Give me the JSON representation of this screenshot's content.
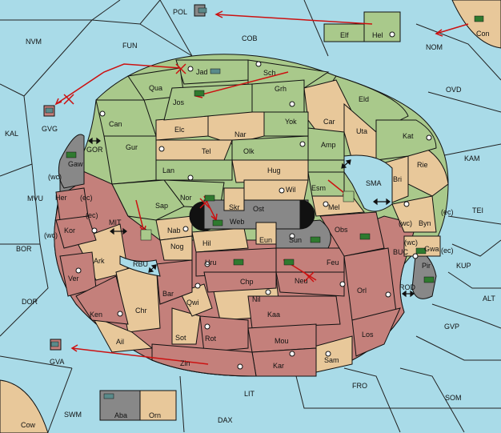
{
  "colors": {
    "sea": "#a9dbe8",
    "north_power": "#a9c98b",
    "south_power": "#c4807b",
    "neutral": "#e8c89a",
    "unowned": "#e8c89a",
    "ocean_border": "#333333",
    "center_block": "#888888",
    "move_arrow": "#cc1111"
  },
  "sea_labels": [
    {
      "id": "POL",
      "text": "POL"
    },
    {
      "id": "NVM",
      "text": "NVM"
    },
    {
      "id": "FUN",
      "text": "FUN"
    },
    {
      "id": "COB",
      "text": "COB"
    },
    {
      "id": "NOM",
      "text": "NOM"
    },
    {
      "id": "OVD",
      "text": "OVD"
    },
    {
      "id": "KAL",
      "text": "KAL"
    },
    {
      "id": "KAM",
      "text": "KAM"
    },
    {
      "id": "MVU",
      "text": "MVU"
    },
    {
      "id": "TEI",
      "text": "TEI"
    },
    {
      "id": "BOR",
      "text": "BOR"
    },
    {
      "id": "KUP",
      "text": "KUP"
    },
    {
      "id": "DOR",
      "text": "DOR"
    },
    {
      "id": "ALT",
      "text": "ALT"
    },
    {
      "id": "GVP",
      "text": "GVP"
    },
    {
      "id": "FRO",
      "text": "FRO"
    },
    {
      "id": "SOM",
      "text": "SOM"
    },
    {
      "id": "LIT",
      "text": "LIT"
    },
    {
      "id": "SWM",
      "text": "SWM"
    },
    {
      "id": "DAX",
      "text": "DAX"
    },
    {
      "id": "GOR",
      "text": "GOR"
    },
    {
      "id": "SMA",
      "text": "SMA"
    },
    {
      "id": "MIT",
      "text": "MIT"
    },
    {
      "id": "RBU",
      "text": "RBU"
    },
    {
      "id": "BUC",
      "text": "BUC"
    },
    {
      "id": "ROD",
      "text": "ROD"
    }
  ],
  "land_labels": [
    {
      "id": "Elf",
      "text": "Elf"
    },
    {
      "id": "Hel",
      "text": "Hel"
    },
    {
      "id": "Con",
      "text": "Con"
    },
    {
      "id": "GVG",
      "text": "GVG"
    },
    {
      "id": "Jad",
      "text": "Jad"
    },
    {
      "id": "Sch",
      "text": "Sch"
    },
    {
      "id": "Qua",
      "text": "Qua"
    },
    {
      "id": "Jos",
      "text": "Jos"
    },
    {
      "id": "Grh",
      "text": "Grh"
    },
    {
      "id": "Eld",
      "text": "Eld"
    },
    {
      "id": "Can",
      "text": "Can"
    },
    {
      "id": "Yok",
      "text": "Yok"
    },
    {
      "id": "Car",
      "text": "Car"
    },
    {
      "id": "Uta",
      "text": "Uta"
    },
    {
      "id": "Elc",
      "text": "Elc"
    },
    {
      "id": "Nar",
      "text": "Nar"
    },
    {
      "id": "Kat",
      "text": "Kat"
    },
    {
      "id": "Amp",
      "text": "Amp"
    },
    {
      "id": "Tel",
      "text": "Tel"
    },
    {
      "id": "Olk",
      "text": "Olk"
    },
    {
      "id": "Gur",
      "text": "Gur"
    },
    {
      "id": "Lan",
      "text": "Lan"
    },
    {
      "id": "Hug",
      "text": "Hug"
    },
    {
      "id": "Rie",
      "text": "Rie"
    },
    {
      "id": "Gaw",
      "text": "Gaw"
    },
    {
      "id": "Bri",
      "text": "Bri"
    },
    {
      "id": "Wil",
      "text": "Wil"
    },
    {
      "id": "Esm",
      "text": "Esm"
    },
    {
      "id": "Nor",
      "text": "Nor"
    },
    {
      "id": "Skr",
      "text": "Skr"
    },
    {
      "id": "Her",
      "text": "Her"
    },
    {
      "id": "Ost",
      "text": "Ost"
    },
    {
      "id": "Mel",
      "text": "Mel"
    },
    {
      "id": "Sap",
      "text": "Sap"
    },
    {
      "id": "Web",
      "text": "Web"
    },
    {
      "id": "Byn",
      "text": "Byn"
    },
    {
      "id": "Kor",
      "text": "Kor"
    },
    {
      "id": "Nab",
      "text": "Nab"
    },
    {
      "id": "Obs",
      "text": "Obs"
    },
    {
      "id": "Eun",
      "text": "Eun"
    },
    {
      "id": "Hil",
      "text": "Hil"
    },
    {
      "id": "Sun",
      "text": "Sun"
    },
    {
      "id": "Gwa",
      "text": "Gwa"
    },
    {
      "id": "Ark",
      "text": "Ark"
    },
    {
      "id": "Nog",
      "text": "Nog"
    },
    {
      "id": "Uru",
      "text": "Uru"
    },
    {
      "id": "Feu",
      "text": "Feu"
    },
    {
      "id": "Pir",
      "text": "Pir"
    },
    {
      "id": "Chp",
      "text": "Chp"
    },
    {
      "id": "Ver",
      "text": "Ver"
    },
    {
      "id": "Neu",
      "text": "Neu"
    },
    {
      "id": "Bar",
      "text": "Bar"
    },
    {
      "id": "Qwi",
      "text": "Qwi"
    },
    {
      "id": "Nil",
      "text": "Nil"
    },
    {
      "id": "Orl",
      "text": "Orl"
    },
    {
      "id": "Chr",
      "text": "Chr"
    },
    {
      "id": "Ken",
      "text": "Ken"
    },
    {
      "id": "Kaa",
      "text": "Kaa"
    },
    {
      "id": "Ail",
      "text": "Ail"
    },
    {
      "id": "Sot",
      "text": "Sot"
    },
    {
      "id": "Rot",
      "text": "Rot"
    },
    {
      "id": "Mou",
      "text": "Mou"
    },
    {
      "id": "Los",
      "text": "Los"
    },
    {
      "id": "GVA",
      "text": "GVA"
    },
    {
      "id": "Zin",
      "text": "Zin"
    },
    {
      "id": "Kar",
      "text": "Kar"
    },
    {
      "id": "Sam",
      "text": "Sam"
    },
    {
      "id": "Aba",
      "text": "Aba"
    },
    {
      "id": "Orn",
      "text": "Orn"
    },
    {
      "id": "Cow",
      "text": "Cow"
    }
  ],
  "coast_tags": [
    {
      "id": "wc1",
      "text": "(wc)"
    },
    {
      "id": "ec1",
      "text": "(ec)"
    },
    {
      "id": "ec2",
      "text": "(ec)"
    },
    {
      "id": "wc2",
      "text": "(wc)"
    },
    {
      "id": "wc3",
      "text": "(wc)"
    },
    {
      "id": "ec3",
      "text": "(ec)"
    },
    {
      "id": "wc4",
      "text": "(wc)"
    },
    {
      "id": "ec4",
      "text": "(ec)"
    }
  ]
}
